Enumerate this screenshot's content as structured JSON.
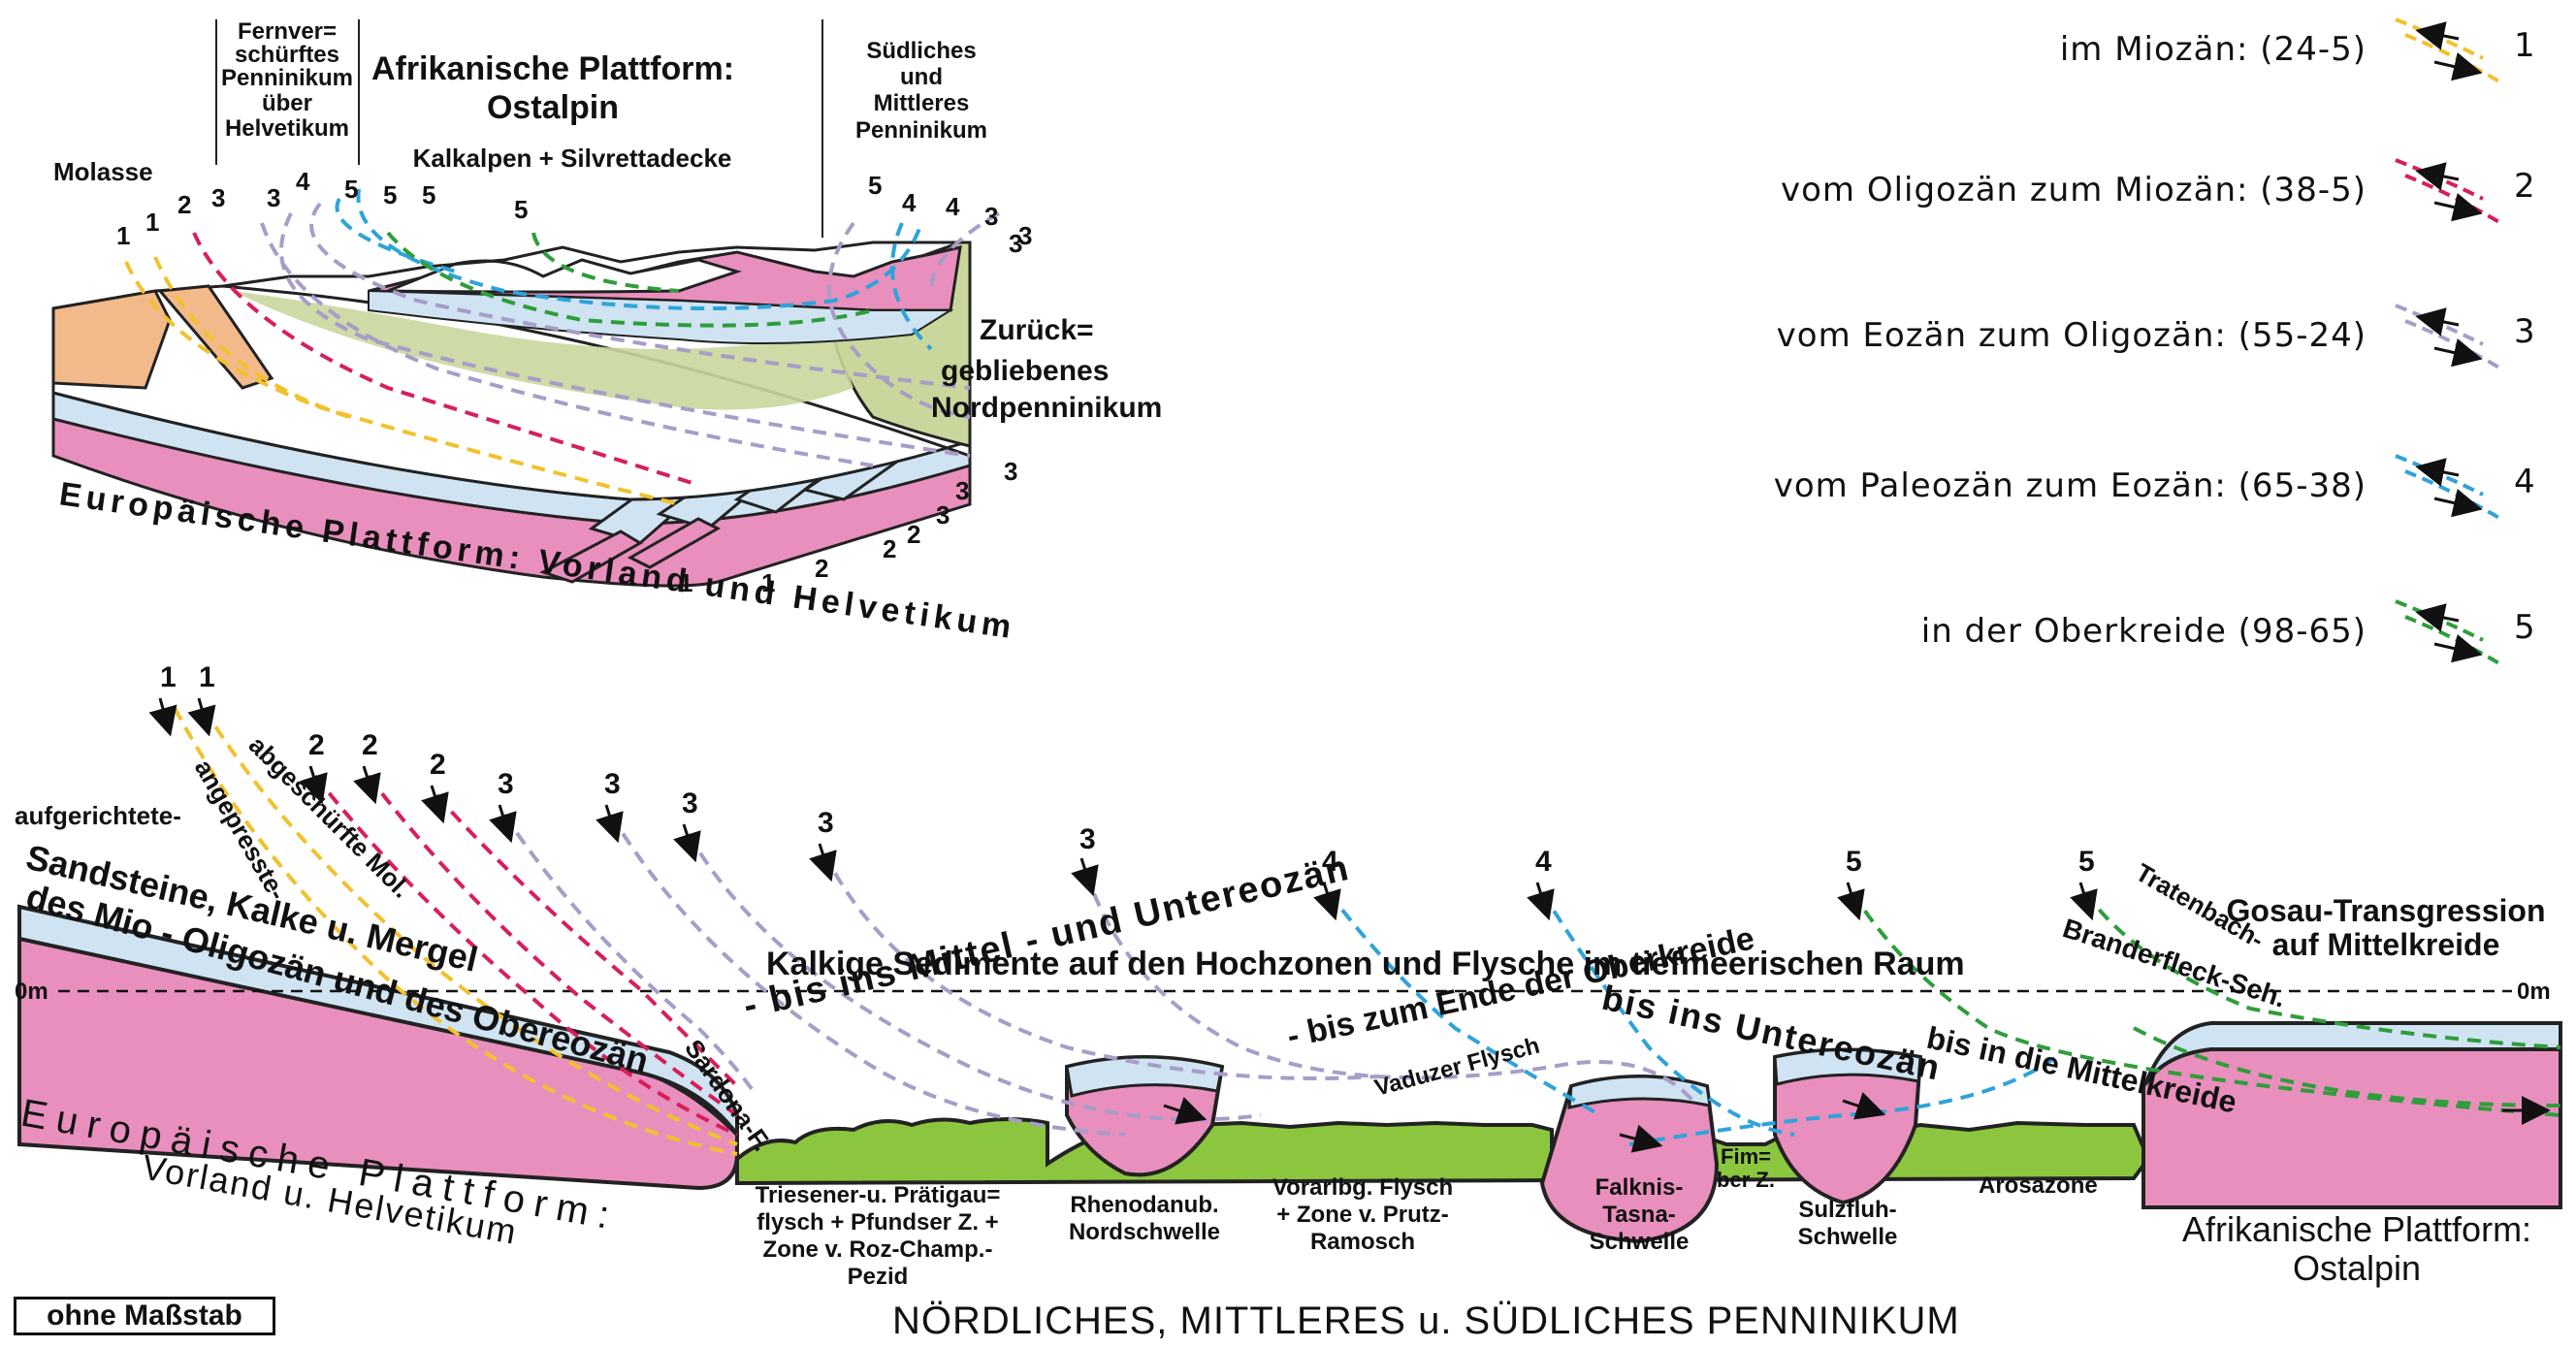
{
  "colors": {
    "miozaen": "#f2c12e",
    "oligozaen_miozaen": "#d81e5b",
    "eozaen_oligozaen": "#a89cc8",
    "paleozaen_eozaen": "#2ea3d9",
    "oberkreide": "#2e9d3a",
    "pink": "#e98fbd",
    "lightblue": "#cfe3f2",
    "tan": "#f2b98a",
    "sage": "#c9d79c",
    "flysch": "#8cc63f"
  },
  "legend": [
    {
      "label": "im Miozän: (24-5)",
      "num": "1",
      "color": "#f2c12e"
    },
    {
      "label": "vom Oligozän zum Miozän: (38-5)",
      "num": "2",
      "color": "#d81e5b"
    },
    {
      "label": "vom Eozän zum Oligozän: (55-24)",
      "num": "3",
      "color": "#a89cc8"
    },
    {
      "label": "vom Paleozän zum Eozän: (65-38)",
      "num": "4",
      "color": "#2ea3d9"
    },
    {
      "label": "in der Oberkreide (98-65)",
      "num": "5",
      "color": "#2e9d3a"
    }
  ],
  "top": {
    "molasse": "Molasse",
    "fernver1": "Fernver=",
    "fernver2": "schürftes",
    "fernver3": "Penninikum",
    "fernver4": "über",
    "fernver5": "Helvetikum",
    "afrika1": "Afrikanische Plattform:",
    "afrika2": "Ostalpin",
    "afrika3": "Kalkalpen + Silvrettadecke",
    "sued1": "Südliches",
    "sued2": "und",
    "sued3": "Mittleres",
    "sued4": "Penninikum",
    "zurueck1": "Zurück=",
    "zurueck2": "gebliebenes",
    "zurueck3": "Nordpenninikum",
    "europa": "Europäische Plattform: Vorland und Helvetikum"
  },
  "bottom": {
    "aufgerichtete": "aufgerichtete-",
    "angepresste": "angepresste-",
    "abgeschuerfte": "abgeschürfte Mol.",
    "sand1": "Sandsteine, Kalke u. Mergel",
    "sand2": "des Mio - Oligozän und des Obereozän",
    "kalkige": "Kalkige Sedimente auf den Hochzonen und Flysche im tiefmeerischen Raum",
    "bis_mittel": "- bis ins Mittel - und Untereozän",
    "bis_ende": "- bis zum Ende der Oberkreide",
    "bis_unter": "bis ins Untereozän",
    "bis_mittelkreide": "bis in die Mittelkreide",
    "gosau1": "Gosau-Transgression",
    "gosau2": "auf Mittelkreide",
    "tratenbach": "Tratenbach-",
    "branderfleck": "Branderfleck-Sch.",
    "zero_left": "0m",
    "zero_right": "0m",
    "sardona": "Sardona-F.",
    "vaduzer": "Vaduzer Flysch",
    "europa1": "Europäische Plattform:",
    "europa2": "Vorland u. Helvetikum",
    "triesener1": "Triesener-u. Prätigau=",
    "triesener2": "flysch + Pfundser Z. +",
    "triesener3": "Zone v. Roz-Champ.-",
    "triesener4": "Pezid",
    "rheno1": "Rhenodanub.",
    "rheno2": "Nordschwelle",
    "vorarl1": "Vorarlbg. Flysch",
    "vorarl2": "+ Zone v. Prutz-",
    "vorarl3": "Ramosch",
    "falknis1": "Falknis-",
    "falknis2": "Tasna-",
    "falknis3": "Schwelle",
    "fim1": "Fim=",
    "fim2": "ber Z.",
    "sulz1": "Sulzfluh-",
    "sulz2": "Schwelle",
    "arosa": "Arosazone",
    "afrika1": "Afrikanische Plattform:",
    "afrika2": "Ostalpin",
    "footer": "NÖRDLICHES, MITTLERES u. SÜDLICHES PENNINIKUM",
    "scale": "ohne Maßstab"
  }
}
